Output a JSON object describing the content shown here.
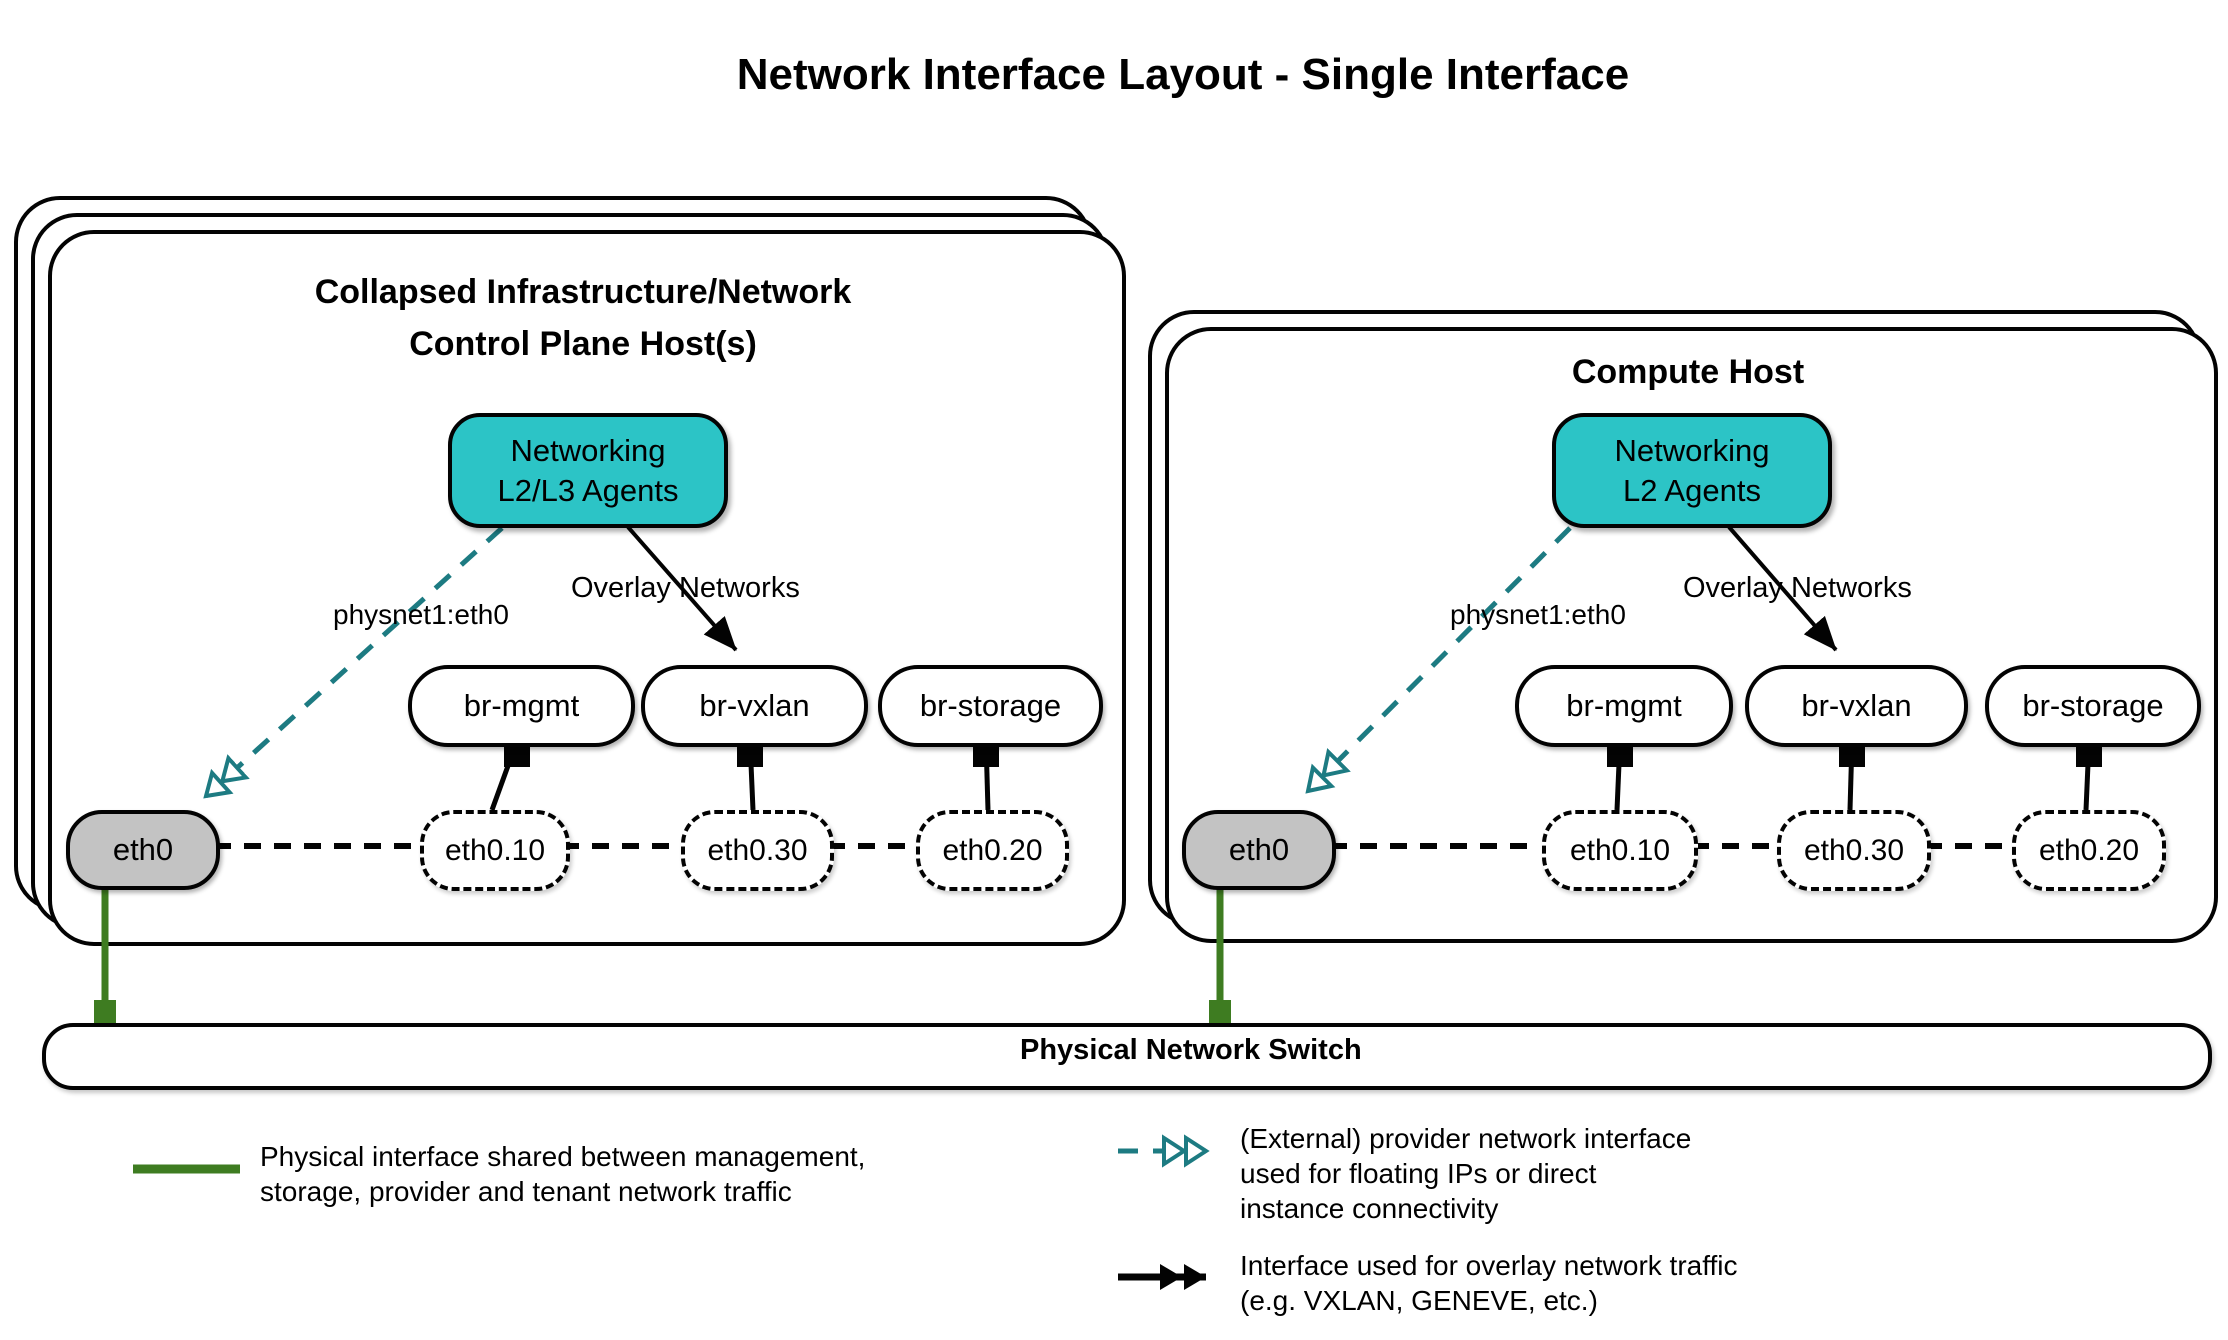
{
  "title": "Network Interface Layout - Single Interface",
  "colors": {
    "teal_fill": "#2cc4c6",
    "teal_arrow": "#1d7b82",
    "gray_fill": "#c3c3c3",
    "green": "#3e7c21",
    "line_black": "#030303"
  },
  "hosts": {
    "left": {
      "title_lines": [
        "Collapsed Infrastructure/Network",
        "Control Plane Host(s)"
      ],
      "agents": [
        "Networking",
        "L2/L3 Agents"
      ],
      "provider_label": "physnet1:eth0",
      "overlay_label": "Overlay Networks",
      "bridges": [
        "br-mgmt",
        "br-vxlan",
        "br-storage"
      ],
      "vlan_ifs": [
        "eth0.10",
        "eth0.30",
        "eth0.20"
      ],
      "physical_if": "eth0"
    },
    "right": {
      "title_lines": [
        "Compute Host"
      ],
      "agents": [
        "Networking",
        "L2 Agents"
      ],
      "provider_label": "physnet1:eth0",
      "overlay_label": "Overlay Networks",
      "bridges": [
        "br-mgmt",
        "br-vxlan",
        "br-storage"
      ],
      "vlan_ifs": [
        "eth0.10",
        "eth0.30",
        "eth0.20"
      ],
      "physical_if": "eth0"
    }
  },
  "switch": {
    "label": "Physical Network Switch"
  },
  "legend": {
    "physical": {
      "lines": [
        "Physical interface shared between management,",
        "storage, provider and tenant network traffic"
      ]
    },
    "provider": {
      "lines": [
        "(External) provider network interface",
        "used for floating IPs or direct",
        "instance connectivity"
      ]
    },
    "overlay": {
      "lines": [
        "Interface used for overlay network traffic",
        "(e.g. VXLAN, GENEVE, etc.)"
      ]
    }
  }
}
